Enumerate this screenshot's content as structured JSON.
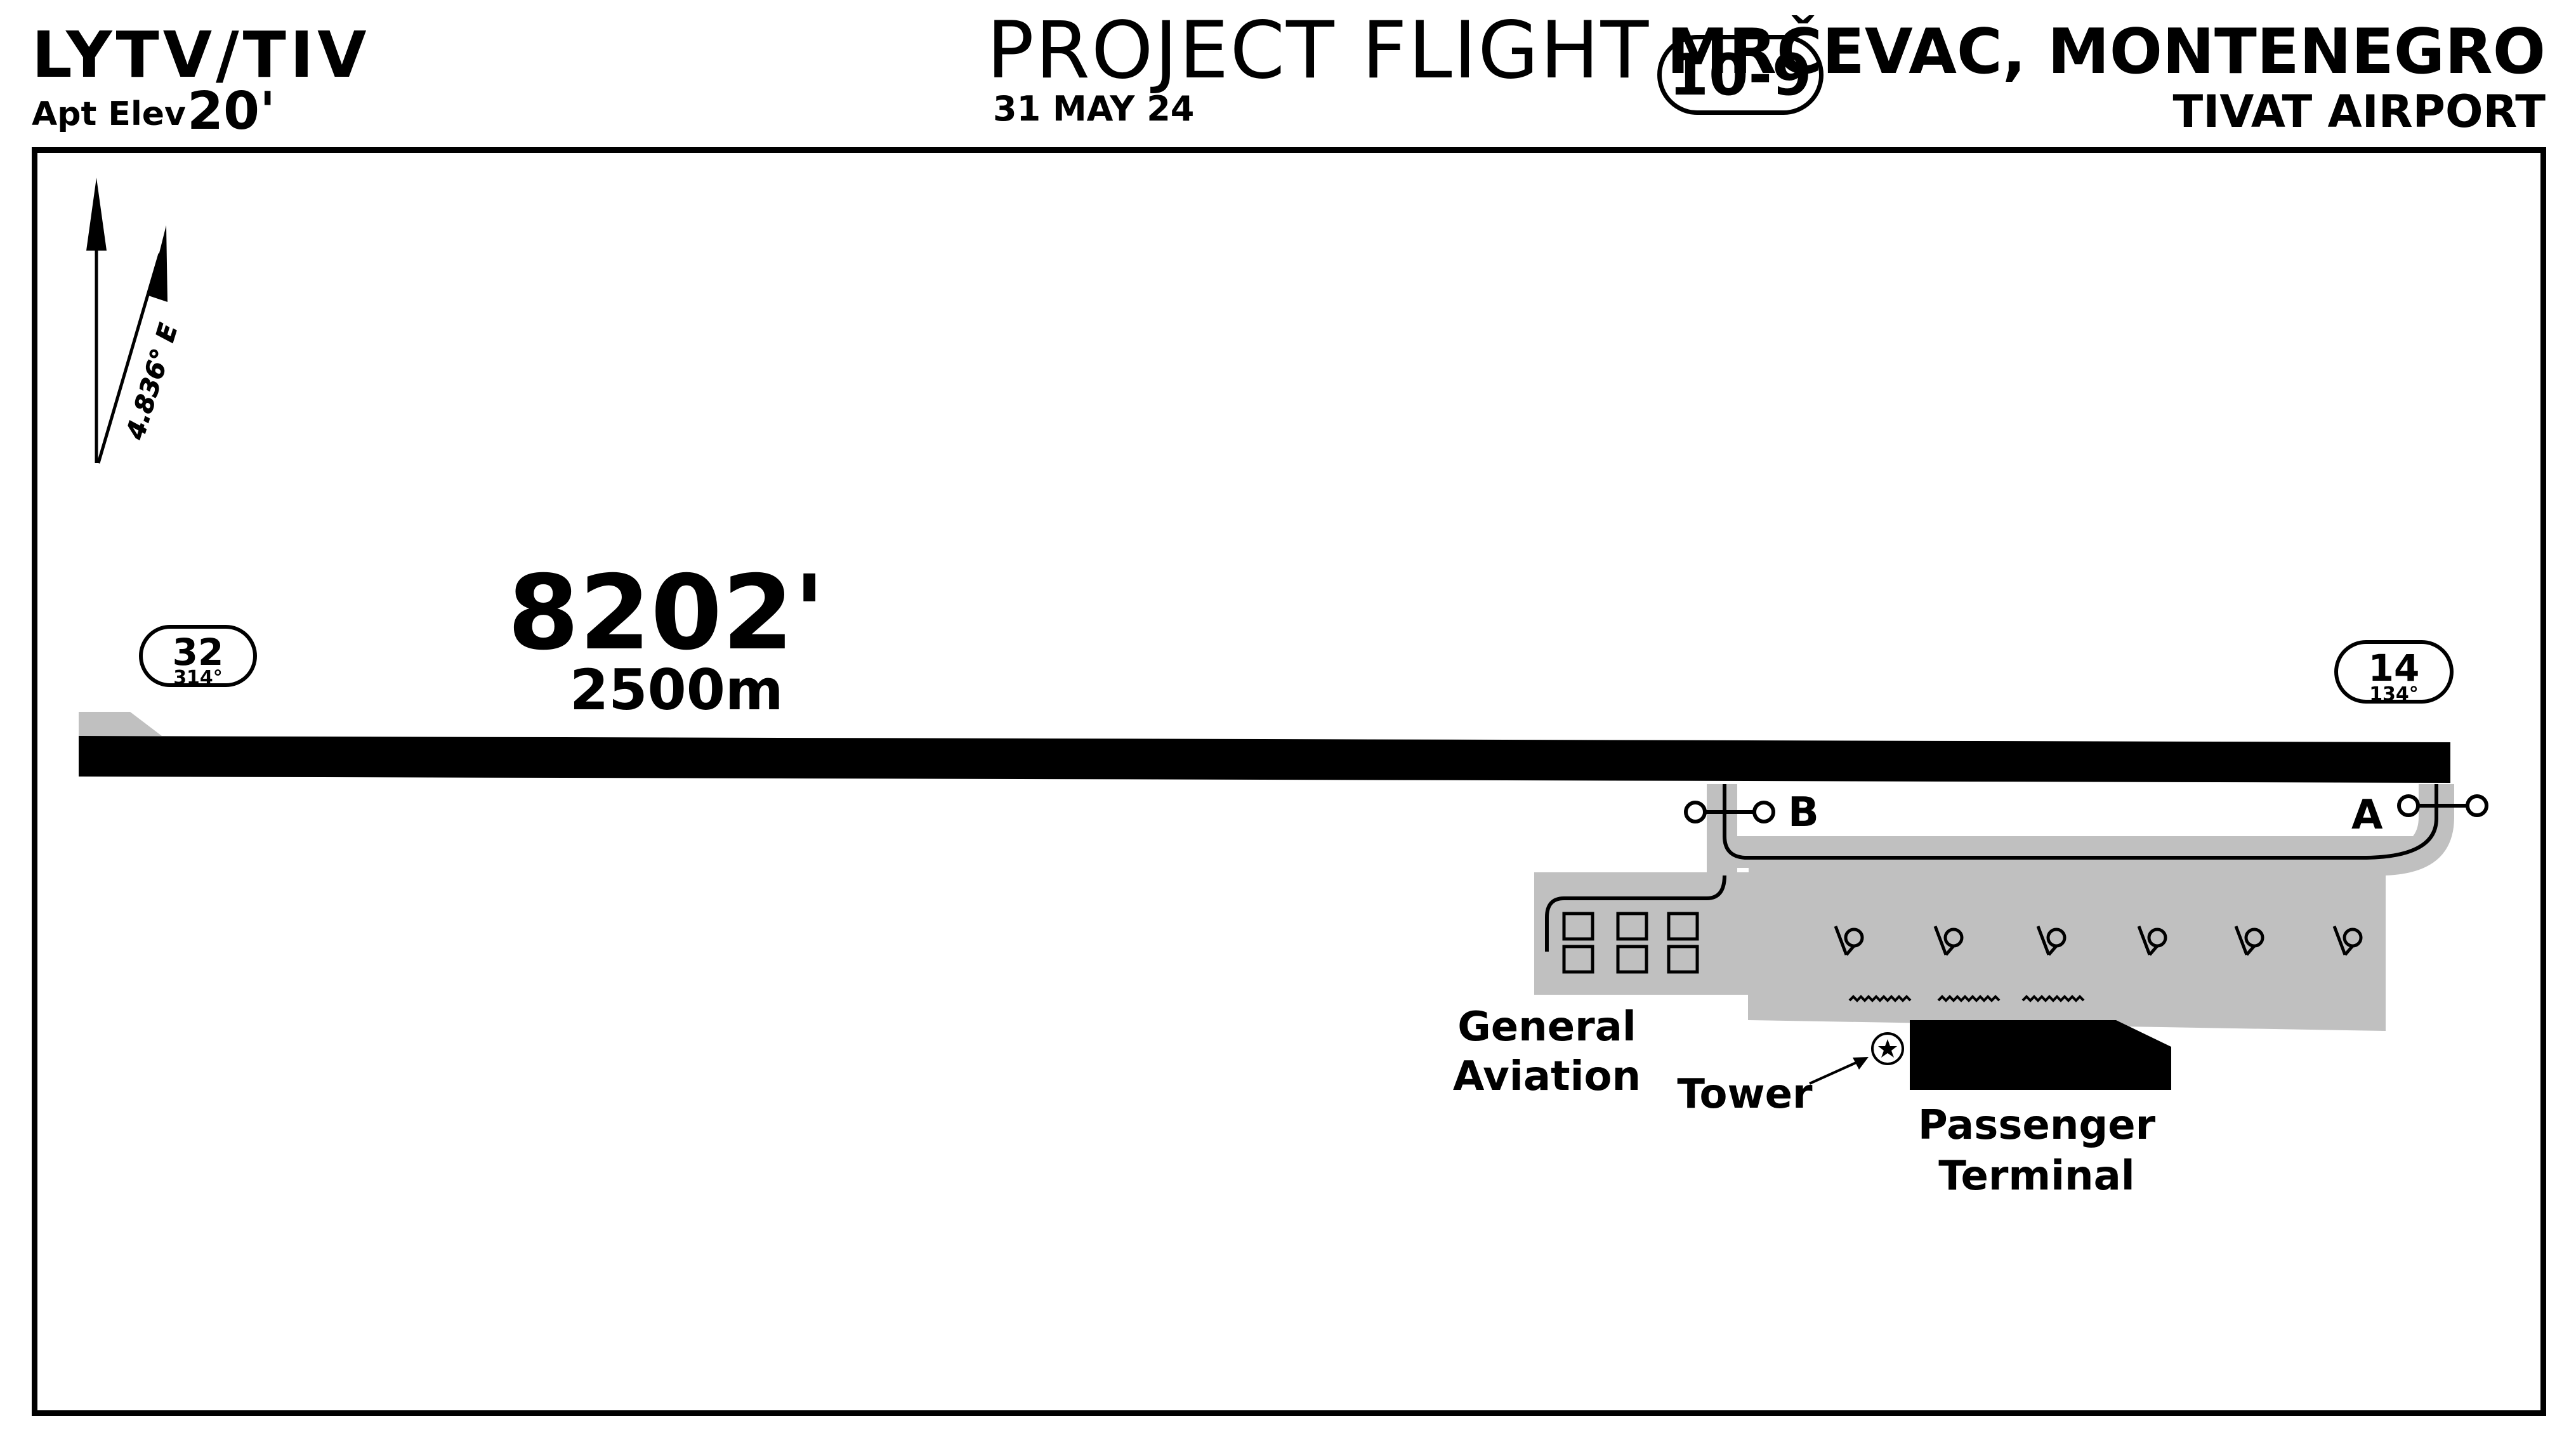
{
  "header": {
    "ident": "LYTV/TIV",
    "elev_label": "Apt Elev",
    "elev_value": "20'",
    "publisher": "PROJECT FLIGHT",
    "date": "31 MAY 24",
    "chart_number": "10-9",
    "city": "MRČEVAC, MONTENEGRO",
    "airport": "TIVAT AIRPORT"
  },
  "north_arrow": {
    "variation": "4.836° E",
    "variation_degrees": 4.836
  },
  "runway": {
    "length_ft": "8202'",
    "length_m": "2500m",
    "end_32": {
      "number": "32",
      "heading": "314°"
    },
    "end_14": {
      "number": "14",
      "heading": "134°"
    }
  },
  "taxiways": {
    "a": "A",
    "b": "B"
  },
  "labels": {
    "general_aviation_line1": "General",
    "general_aviation_line2": "Aviation",
    "tower": "Tower",
    "terminal_line1": "Passenger",
    "terminal_line2": "Terminal"
  },
  "colors": {
    "ink": "#000000",
    "pavement": "#c0c0c0",
    "background": "#ffffff"
  }
}
